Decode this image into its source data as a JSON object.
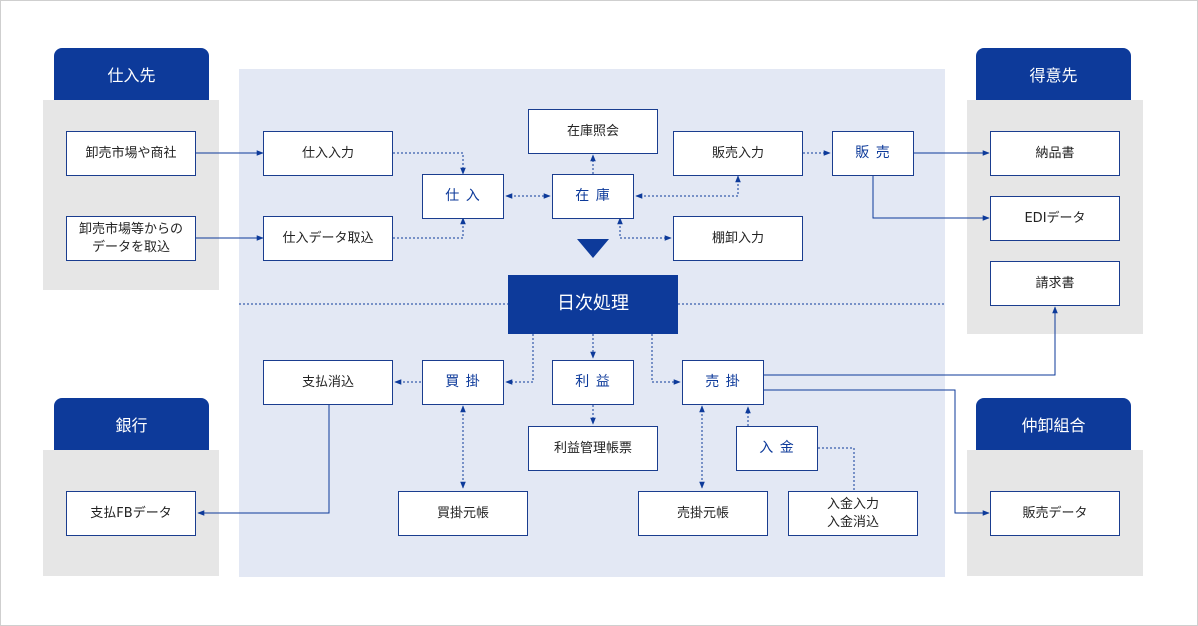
{
  "groups": {
    "supplier": "仕入先",
    "customer": "得意先",
    "bank": "銀行",
    "wholesale_union": "仲卸組合"
  },
  "supplier_items": {
    "wholesale_market": "卸売市場や商社",
    "data_import_line1": "卸売市場等からの",
    "data_import_line2": "データを取込"
  },
  "customer_items": {
    "delivery_note": "納品書",
    "edi_data": "EDIデータ",
    "invoice": "請求書"
  },
  "bank_items": {
    "fb_data": "支払FBデータ"
  },
  "union_items": {
    "sales_data": "販売データ"
  },
  "process": {
    "purchase_input": "仕入入力",
    "purchase_data_import": "仕入データ取込",
    "purchase": "仕 入",
    "stock_inquiry": "在庫照会",
    "stock": "在 庫",
    "sales_input": "販売入力",
    "sales": "販 売",
    "inventory_input": "棚卸入力",
    "daily_process": "日次処理",
    "payment_clearing": "支払消込",
    "payable": "買 掛",
    "profit": "利 益",
    "receivable": "売 掛",
    "profit_report": "利益管理帳票",
    "payment_received": "入 金",
    "payable_ledger": "買掛元帳",
    "receivable_ledger": "売掛元帳",
    "receipt_input_line1": "入金入力",
    "receipt_input_line2": "入金消込"
  },
  "colors": {
    "brand_blue": "#0d3a9a",
    "panel_blue": "#e3e8f4",
    "panel_grey": "#e6e6e6"
  }
}
